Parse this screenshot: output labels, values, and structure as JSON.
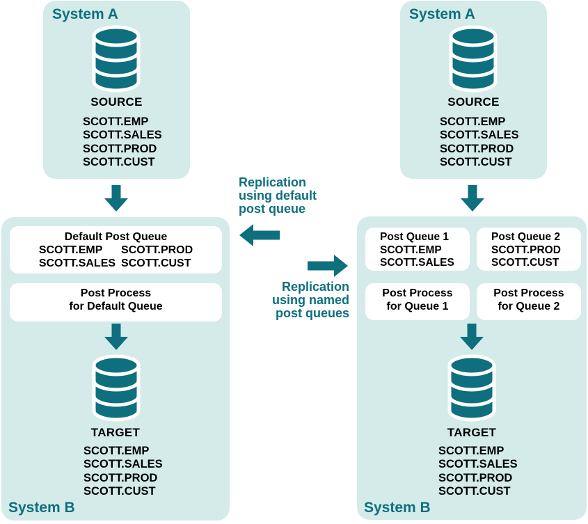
{
  "diagram": {
    "left": {
      "system_a": {
        "title": "System A",
        "db_label": "SOURCE",
        "tables": [
          "SCOTT.EMP",
          "SCOTT.SALES",
          "SCOTT.PROD",
          "SCOTT.CUST"
        ]
      },
      "system_b": {
        "title": "System B",
        "default_queue": {
          "title": "Default Post Queue",
          "col1": [
            "SCOTT.EMP",
            "SCOTT.SALES"
          ],
          "col2": [
            "SCOTT.PROD",
            "SCOTT.CUST"
          ]
        },
        "post_process": {
          "line1": "Post Process",
          "line2": "for Default Queue"
        },
        "db_label": "TARGET",
        "tables": [
          "SCOTT.EMP",
          "SCOTT.SALES",
          "SCOTT.PROD",
          "SCOTT.CUST"
        ]
      }
    },
    "captions": {
      "default": {
        "line1": "Replication",
        "line2": "using default",
        "line3": "post queue"
      },
      "named": {
        "line1": "Replication",
        "line2": "using named",
        "line3": "post queues"
      }
    },
    "right": {
      "system_a": {
        "title": "System A",
        "db_label": "SOURCE",
        "tables": [
          "SCOTT.EMP",
          "SCOTT.SALES",
          "SCOTT.PROD",
          "SCOTT.CUST"
        ]
      },
      "system_b": {
        "title": "System B",
        "queue1": {
          "title": "Post Queue 1",
          "tables": [
            "SCOTT.EMP",
            "SCOTT.SALES"
          ]
        },
        "queue2": {
          "title": "Post Queue 2",
          "tables": [
            "SCOTT.PROD",
            "SCOTT.CUST"
          ]
        },
        "process1": {
          "line1": "Post Process",
          "line2": "for Queue 1"
        },
        "process2": {
          "line1": "Post Process",
          "line2": "for Queue 2"
        },
        "db_label": "TARGET",
        "tables": [
          "SCOTT.EMP",
          "SCOTT.SALES",
          "SCOTT.PROD",
          "SCOTT.CUST"
        ]
      }
    },
    "colors": {
      "teal": "#0E6F7E",
      "panel_bg": "#D4EBEA",
      "box_bg": "#FFFFFF",
      "text": "#000000"
    }
  }
}
